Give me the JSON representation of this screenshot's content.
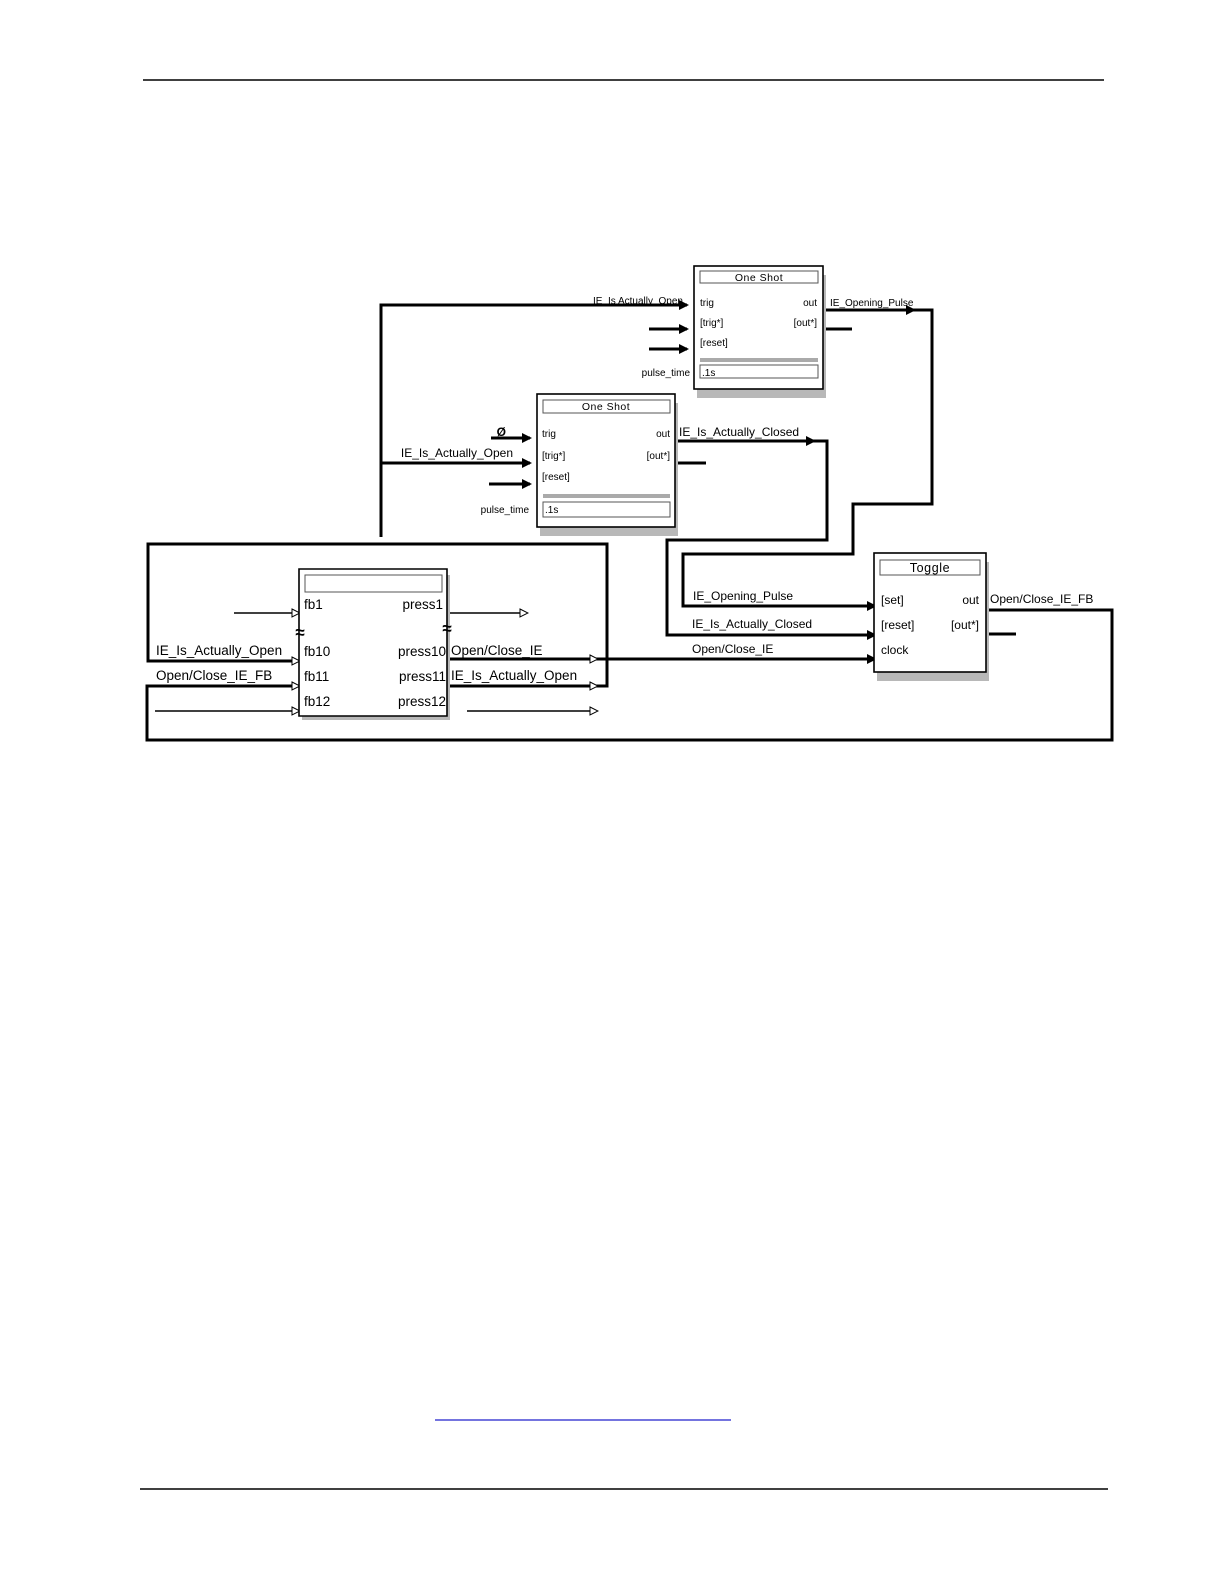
{
  "diagram": {
    "one_shot_top": {
      "title": "One Shot",
      "in_trig": "trig",
      "in_trig_inv": "[trig*]",
      "in_reset": "[reset]",
      "out_out": "out",
      "out_out_inv": "[out*]",
      "param_label": "pulse_time",
      "param_value": ".1s",
      "wire_in": "IE_Is Actually_Open",
      "wire_out": "IE_Opening_Pulse"
    },
    "one_shot_mid": {
      "title": "One Shot",
      "in_trig": "trig",
      "in_trig_inv": "[trig*]",
      "in_reset": "[reset]",
      "out_out": "out",
      "out_out_inv": "[out*]",
      "param_label": "pulse_time",
      "param_value": ".1s",
      "wire_trig": "Ø",
      "wire_trig_inv": "IE_Is_Actually_Open",
      "wire_out": "IE_Is_Actually_Closed"
    },
    "toggle": {
      "title": "Toggle",
      "in_set": "[set]",
      "in_reset": "[reset]",
      "in_clock": "clock",
      "out_out": "out",
      "out_out_inv": "[out*]",
      "wire_set": "IE_Opening_Pulse",
      "wire_reset": "IE_Is_Actually_Closed",
      "wire_clock": "Open/Close_IE",
      "wire_out": "Open/Close_IE_FB"
    },
    "panel": {
      "title": "",
      "in_fb1": "fb1",
      "in_fb10": "fb10",
      "in_fb11": "fb11",
      "in_fb12": "fb12",
      "out_press1": "press1",
      "out_press10": "press10",
      "out_press11": "press11",
      "out_press12": "press12",
      "break_symbol": "≈",
      "wire_fb10": "IE_Is_Actually_Open",
      "wire_fb11": "Open/Close_IE_FB",
      "wire_press10": "Open/Close_IE",
      "wire_press11": "IE_Is_Actually_Open"
    }
  }
}
